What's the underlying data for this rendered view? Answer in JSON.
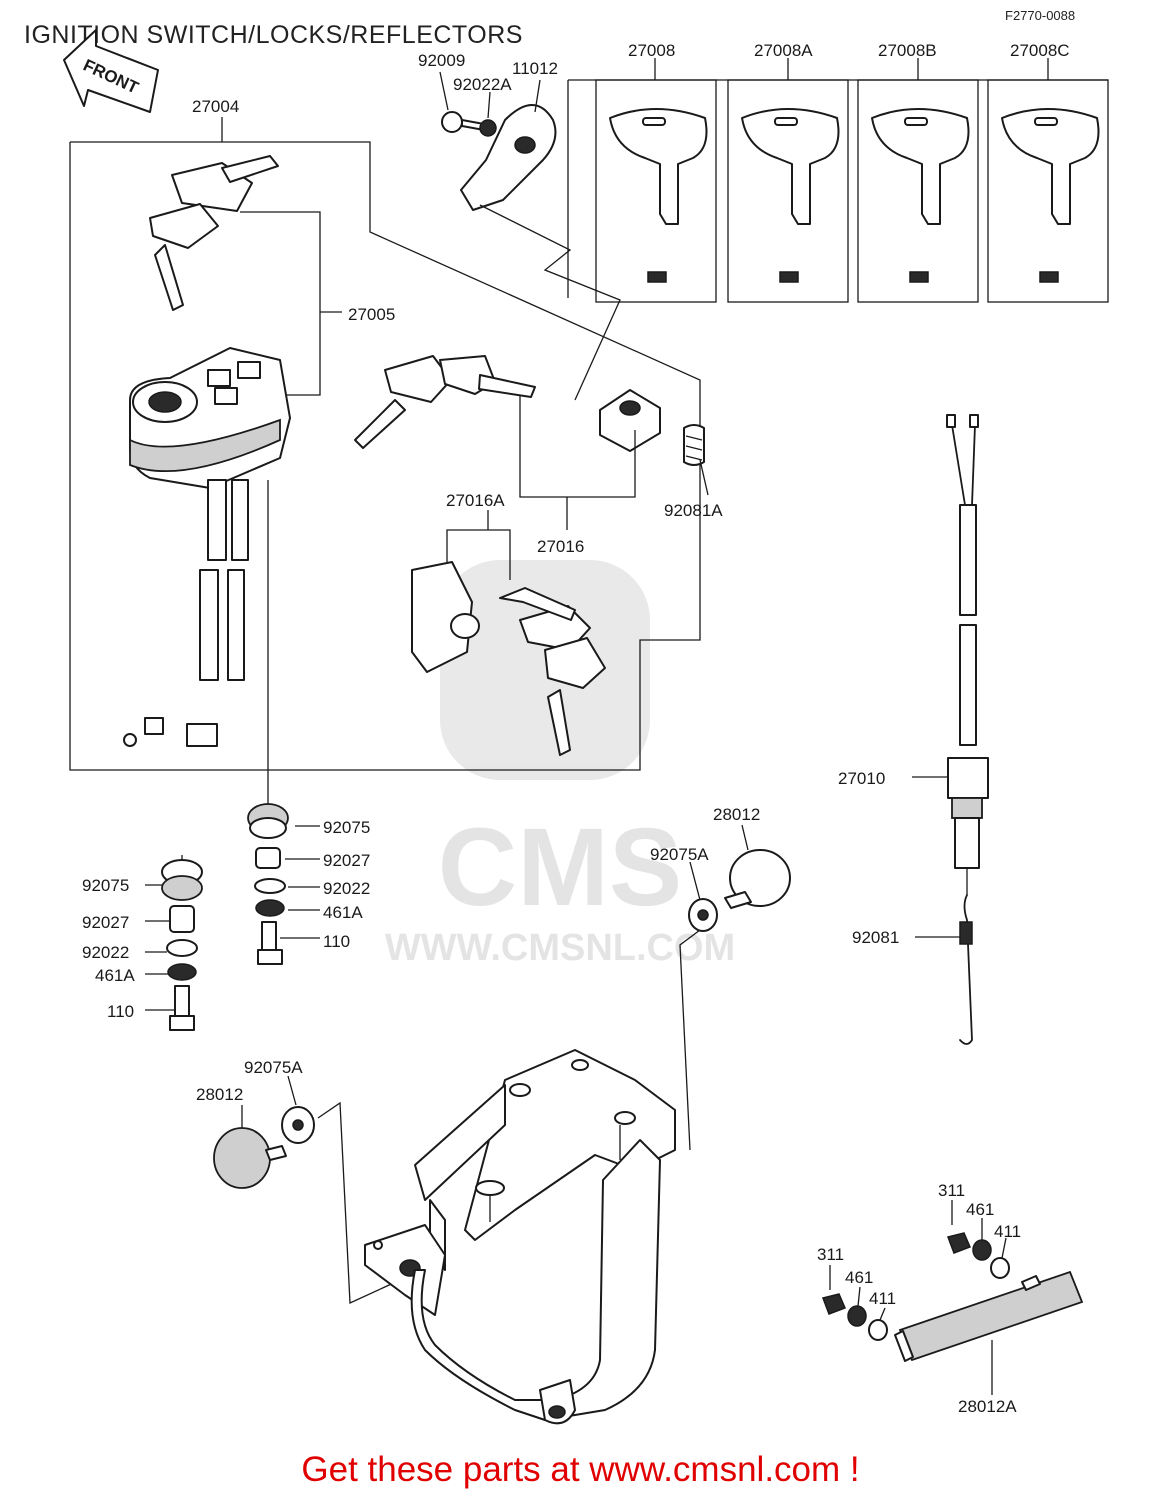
{
  "header": {
    "title": "IGNITION SWITCH/LOCKS/REFLECTORS",
    "diagram_code": "F2770-0088",
    "front_marker": "FRONT"
  },
  "watermark": {
    "brand": "CMS",
    "url": "WWW.CMSNL.COM"
  },
  "footer": {
    "text": "Get these parts at www.cmsnl.com !",
    "color": "#e00000"
  },
  "parts": {
    "p27004": "27004",
    "p27005": "27005",
    "p92009": "92009",
    "p92022A": "92022A",
    "p11012": "11012",
    "p27008": "27008",
    "p27008A": "27008A",
    "p27008B": "27008B",
    "p27008C": "27008C",
    "p27016A": "27016A",
    "p27016": "27016",
    "p92081A": "92081A",
    "p27010": "27010",
    "p92081": "92081",
    "p28012_top": "28012",
    "p92075A_top": "92075A",
    "p92075_center": "92075",
    "p92027_center": "92027",
    "p92022_center": "92022",
    "p461A_center": "461A",
    "p110_center": "110",
    "p92075_left": "92075",
    "p92027_left": "92027",
    "p92022_left": "92022",
    "p461A_left": "461A",
    "p110_left": "110",
    "p92075A_bottom": "92075A",
    "p28012_bottom": "28012",
    "p311_top": "311",
    "p461_top": "461",
    "p411_top": "411",
    "p311_bottom": "311",
    "p461_bottom": "461",
    "p411_bottom": "411",
    "p28012A": "28012A"
  }
}
